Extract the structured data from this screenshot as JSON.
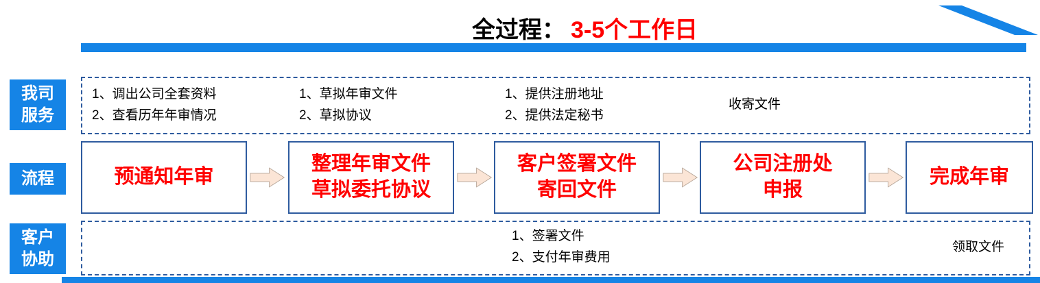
{
  "title": {
    "prefix": "全过程：",
    "duration": "3-5个工作日"
  },
  "colors": {
    "accent_blue": "#1584E6",
    "border_blue": "#2E5B9F",
    "text_red": "#FF0000",
    "flow_arrow_fill": "#FBE5D6",
    "flow_arrow_stroke": "#B3A294"
  },
  "side_labels": {
    "service": {
      "line1": "我司",
      "line2": "服务"
    },
    "process": {
      "line1": "流程"
    },
    "customer": {
      "line1": "客户",
      "line2": "协助"
    }
  },
  "service_row": {
    "groups": [
      {
        "lines": [
          "1、调出公司全套资料",
          "2、查看历年年审情况"
        ]
      },
      {
        "lines": [
          "1、草拟年审文件",
          "2、草拟协议"
        ]
      },
      {
        "lines": [
          "1、提供注册地址",
          "2、提供法定秘书"
        ]
      },
      {
        "lines": [
          "收寄文件"
        ]
      }
    ]
  },
  "process_row": {
    "steps": [
      {
        "lines": [
          "预通知年审"
        ]
      },
      {
        "lines": [
          "整理年审文件",
          "草拟委托协议"
        ]
      },
      {
        "lines": [
          "客户签署文件",
          "寄回文件"
        ]
      },
      {
        "lines": [
          "公司注册处",
          "申报"
        ]
      },
      {
        "lines": [
          "完成年审"
        ]
      }
    ]
  },
  "customer_row": {
    "groups": [
      {
        "lines": [
          "1、签署文件",
          "2、支付年审费用"
        ]
      },
      {
        "lines": [
          "领取文件"
        ]
      }
    ]
  }
}
